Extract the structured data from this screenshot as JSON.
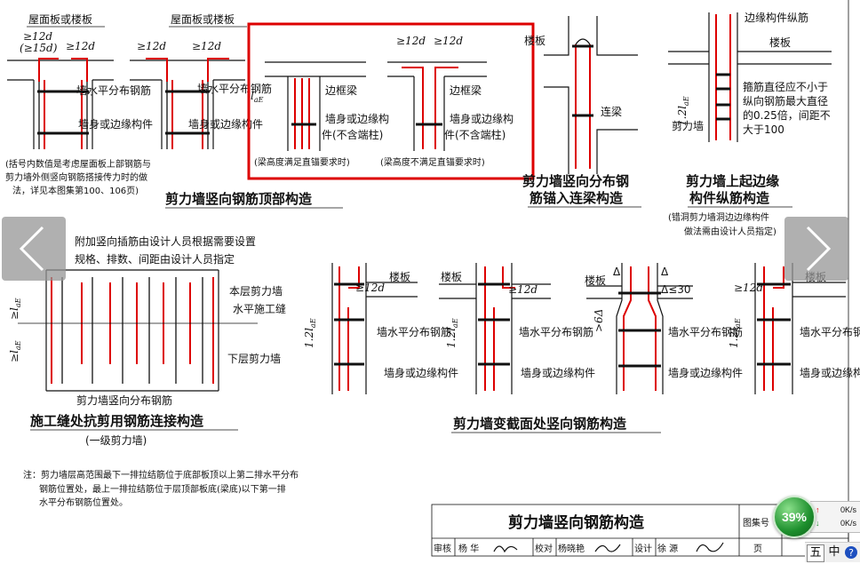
{
  "colors": {
    "rebar": "#d00000",
    "highlight": "#d00000",
    "nav_button": "#969696",
    "net_green": "#1d8f2d"
  },
  "panel_top_left": {
    "roof_label": "屋面板或楼板",
    "dim_12d": "≥12d",
    "dim_15d": "(≥15d)",
    "dim_12d_b": "≥12d",
    "horiz_rebar": "墙水平分布钢筋",
    "wall_member": "墙身或边缘构件",
    "note_1": "(括号内数值是考虑屋面板上部钢筋与",
    "note_2": "剪力墙外侧竖向钢筋搭接传力时的做",
    "note_3": "法，详见本图集第100、106页)"
  },
  "panel_top_mid": {
    "roof_label": "屋面板或楼板",
    "dim_12d_a": "≥12d",
    "dim_12d_b": "≥12d",
    "horiz_rebar": "墙水平分布钢筋",
    "wall_member": "墙身或边缘构件"
  },
  "panel_highlight": {
    "lae": "l",
    "lae_sub": "aE",
    "beam_label_a": "边框梁",
    "member_a": "墙身或边缘构",
    "member_a2": "件(不含端柱)",
    "caption_a": "(梁高度满足直锚要求时)",
    "dim_12d_a": "≥12d",
    "dim_12d_b": "≥12d",
    "beam_label_b": "边框梁",
    "member_b": "墙身或边缘构",
    "member_b2": "件(不含端柱)",
    "caption_b": "(梁高度不满足直锚要求时)"
  },
  "top_title": "剪力墙竖向钢筋顶部构造",
  "panel_coupling": {
    "slab": "楼板",
    "beam": "连梁",
    "title_1": "剪力墙竖向分布钢",
    "title_2": "筋锚入连梁构造"
  },
  "panel_edge": {
    "longitudinal": "边缘构件纵筋",
    "slab": "楼板",
    "dim": "1.2l",
    "dim_sub": "aE",
    "note_1": "箍筋直径应不小于",
    "note_2": "纵向钢筋最大直径",
    "note_3": "的0.25倍，间距不",
    "note_4": "大于100",
    "shear_wall": "剪力墙",
    "title_1": "剪力墙上起边缘",
    "title_2": "构件纵筋构造",
    "sub_1": "(错洞剪力墙洞边边缘构件",
    "sub_2": "做法需由设计人员指定)"
  },
  "panel_joint": {
    "note_1": "附加竖向插筋由设计人员根据需要设置",
    "note_2": "规格、排数、间距由设计人员指定",
    "this_floor": "本层剪力墙",
    "joint": "水平施工缝",
    "lower_floor": "下层剪力墙",
    "dim": "≥l",
    "dim_sub": "aE",
    "bottom_label": "剪力墙竖向分布钢筋",
    "title": "施工缝处抗剪用钢筋连接构造",
    "subtitle": "(一级剪力墙)"
  },
  "panel_section": {
    "slab": "楼板",
    "dim_12d": "≥12d",
    "dim_lae": "1.2l",
    "dim_lae_sub": "aE",
    "horiz": "墙水平分布钢筋",
    "member": "墙身或边缘构件",
    "dim_6d": ">6Δ",
    "delta": "Δ",
    "delta_le30": "Δ≤30",
    "title": "剪力墙变截面处竖向钢筋构造"
  },
  "note": {
    "line_1": "注：剪力墙层高范围最下一排拉结筋位于底部板顶以上第二排水平分布",
    "line_2": "钢筋位置处，最上一排拉结筋位于层顶部板底(梁底)以下第一排",
    "line_3": "水平分布钢筋位置处。"
  },
  "title_block": {
    "title": "剪力墙竖向钢筋构造",
    "atlas_no_label": "图集号",
    "review_label": "审核",
    "review_name": "杨 华",
    "check_label": "校对",
    "check_name": "杨晓艳",
    "design_label": "设计",
    "design_name": "徐 源",
    "page_label": "页"
  },
  "viewer": {
    "prev_icon": "chevron-left-icon",
    "next_icon": "chevron-right-icon"
  },
  "net_widget": {
    "percent": "39%",
    "up_speed": "0K/s",
    "down_speed": "0K/s"
  },
  "ime": {
    "item_1": "五",
    "item_2": "中",
    "help_icon": "help-icon"
  }
}
